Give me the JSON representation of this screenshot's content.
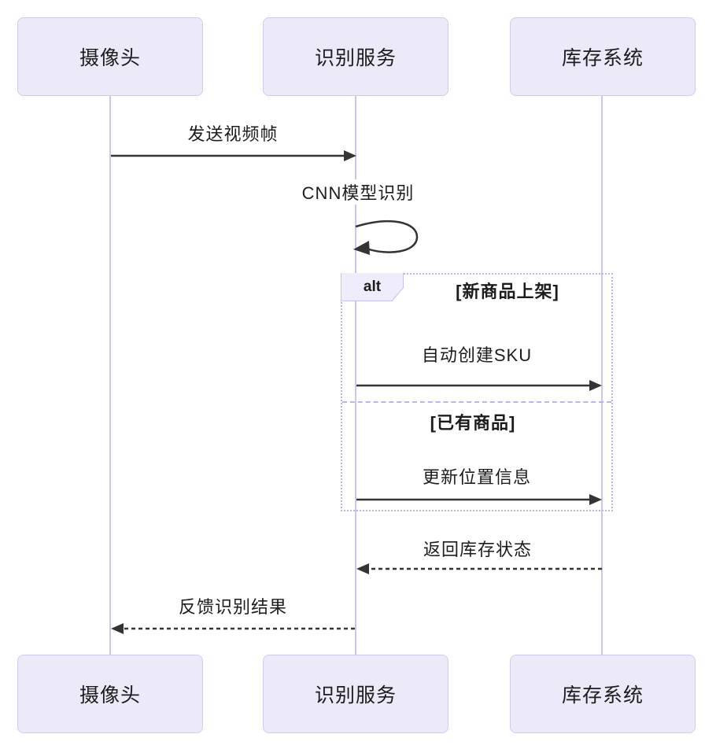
{
  "diagram": {
    "type": "sequence",
    "actors": [
      {
        "id": "camera",
        "label": "摄像头"
      },
      {
        "id": "recognition-service",
        "label": "识别服务"
      },
      {
        "id": "inventory-system",
        "label": "库存系统"
      }
    ],
    "messages": {
      "send_frame": {
        "label": "发送视频帧",
        "from": "摄像头",
        "to": "识别服务",
        "style": "solid"
      },
      "cnn_recognition": {
        "label": "CNN模型识别",
        "from": "识别服务",
        "to": "识别服务",
        "style": "self-loop"
      },
      "create_sku": {
        "label": "自动创建SKU",
        "from": "识别服务",
        "to": "库存系统",
        "style": "solid"
      },
      "update_location": {
        "label": "更新位置信息",
        "from": "识别服务",
        "to": "库存系统",
        "style": "solid"
      },
      "return_stock": {
        "label": "返回库存状态",
        "from": "库存系统",
        "to": "识别服务",
        "style": "dashed"
      },
      "feedback_result": {
        "label": "反馈识别结果",
        "from": "识别服务",
        "to": "摄像头",
        "style": "dashed"
      }
    },
    "alt_fragment": {
      "keyword": "alt",
      "guards": [
        "[新商品上架]",
        "[已有商品]"
      ]
    },
    "colors": {
      "background": "#ffffff",
      "actor_fill": "#eceaf9",
      "actor_border": "#cfccec",
      "lifeline": "#cbc7ec",
      "arrow": "#343434",
      "frame_border": "#b9b5e8",
      "text": "#1c1c1c"
    }
  }
}
